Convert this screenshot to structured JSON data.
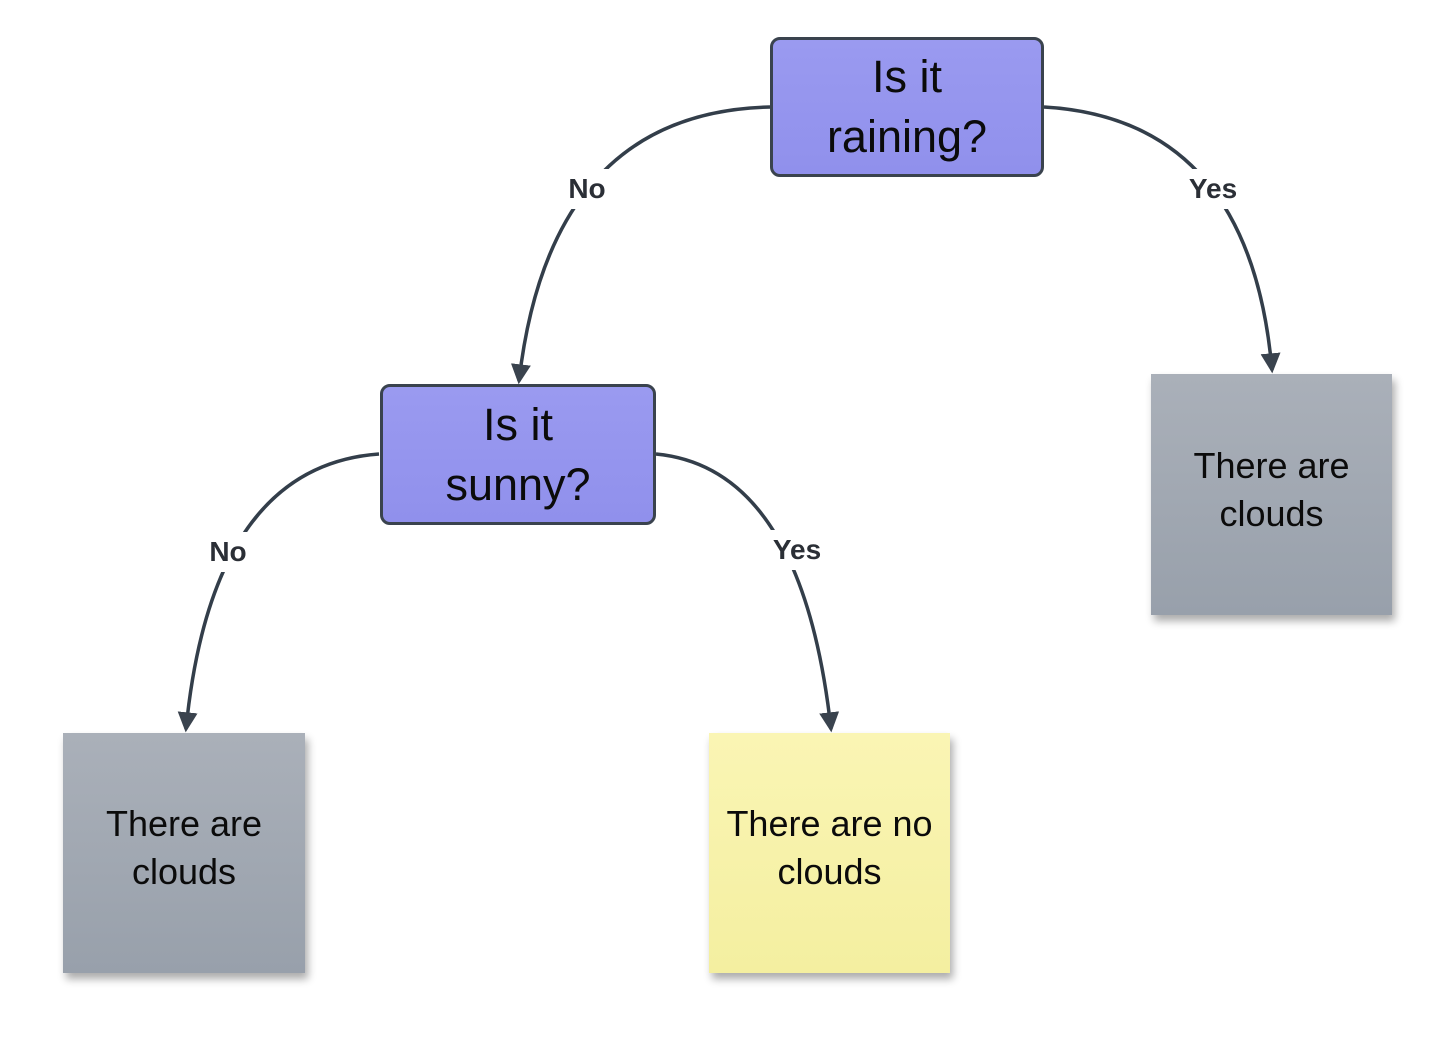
{
  "diagram": {
    "type": "decision-tree-flowchart",
    "background_color": "#ffffff",
    "edge_color": "#333E4A",
    "edge_label_color": "#2b2f36",
    "nodes": [
      {
        "id": "is-it-raining",
        "kind": "decision",
        "label": "Is it raining?",
        "fill": "#9393ED",
        "border": "#3A434E"
      },
      {
        "id": "is-it-sunny",
        "kind": "decision",
        "label": "Is it sunny?",
        "fill": "#9393ED",
        "border": "#3A434E"
      },
      {
        "id": "clouds-right",
        "kind": "sticky-note",
        "label": "There are clouds",
        "fill": "#9DA4AF"
      },
      {
        "id": "clouds-left",
        "kind": "sticky-note",
        "label": "There are clouds",
        "fill": "#9DA4AF"
      },
      {
        "id": "no-clouds",
        "kind": "sticky-note",
        "label": "There are no clouds",
        "fill": "#F6F1A1"
      }
    ],
    "edges": [
      {
        "from": "is-it-raining",
        "to": "is-it-sunny",
        "label": "No"
      },
      {
        "from": "is-it-raining",
        "to": "clouds-right",
        "label": "Yes"
      },
      {
        "from": "is-it-sunny",
        "to": "clouds-left",
        "label": "No"
      },
      {
        "from": "is-it-sunny",
        "to": "no-clouds",
        "label": "Yes"
      }
    ]
  }
}
